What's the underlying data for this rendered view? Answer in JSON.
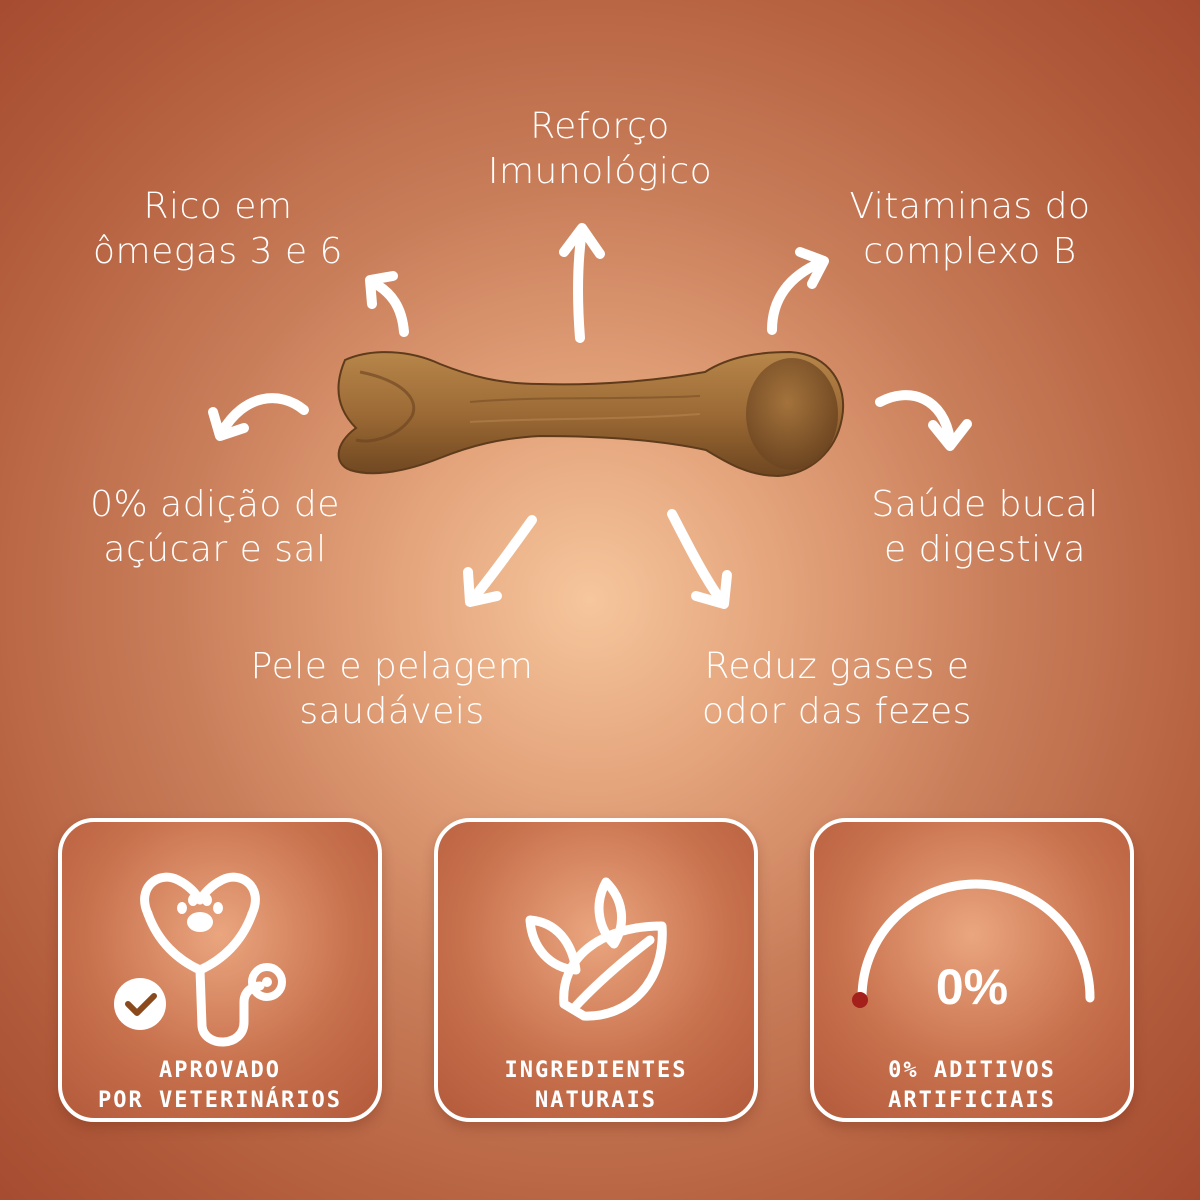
{
  "benefits": {
    "immune": {
      "line1": "Reforço",
      "line2": "Imunológico"
    },
    "omega": {
      "line1": "Rico em",
      "line2": "ômegas 3 e 6"
    },
    "vitamins": {
      "line1": "Vitaminas do",
      "line2": "complexo B"
    },
    "sugar": {
      "line1": "0% adição de",
      "line2": "açúcar e sal"
    },
    "oral": {
      "line1": "Saúde bucal",
      "line2": "e digestiva"
    },
    "skin": {
      "line1": "Pele e pelagem",
      "line2": "saudáveis"
    },
    "gases": {
      "line1": "Reduz gases e",
      "line2": "odor das fezes"
    }
  },
  "badges": {
    "vet": {
      "line1": "APROVADO",
      "line2": "POR VETERINÁRIOS",
      "icon": "stethoscope-paw-icon"
    },
    "natural": {
      "line1": "INGREDIENTES",
      "line2": "NATURAIS",
      "icon": "leaves-icon"
    },
    "additives": {
      "line1": "0% ADITIVOS",
      "line2": "ARTIFICIAIS",
      "gauge_value": "0%",
      "icon": "gauge-icon"
    }
  },
  "colors": {
    "text": "#ffffff",
    "gauge_marker": "#a3201b",
    "check_badge": "#8a4a1e"
  }
}
